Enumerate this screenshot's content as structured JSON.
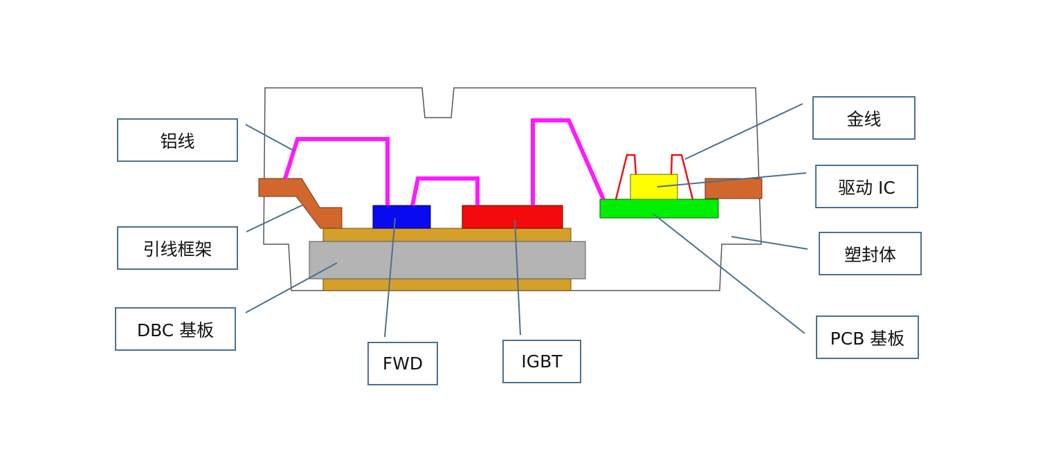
{
  "labels": {
    "aluminum_wire": "铝线",
    "lead_frame": "引线框架",
    "dbc_substrate": "DBC 基板",
    "fwd": "FWD",
    "igbt": "IGBT",
    "gold_wire": "金线",
    "driver_ic": "驱动 IC",
    "mold_body": "塑封体",
    "pcb_substrate": "PCB 基板"
  },
  "colors": {
    "mold_outline": "#555555",
    "lead_frame": "#d2672e",
    "dbc_copper": "#d4a02a",
    "dbc_ceramic": "#b4b4b4",
    "fwd": "#0a0af0",
    "igbt": "#f40a0a",
    "aluminum_wire": "#ff1aff",
    "pcb": "#00ee00",
    "driver_ic": "#ffff00",
    "gold_wire": "#ee1111",
    "leader_line": "#4a7090",
    "label_border": "#4a7090"
  }
}
